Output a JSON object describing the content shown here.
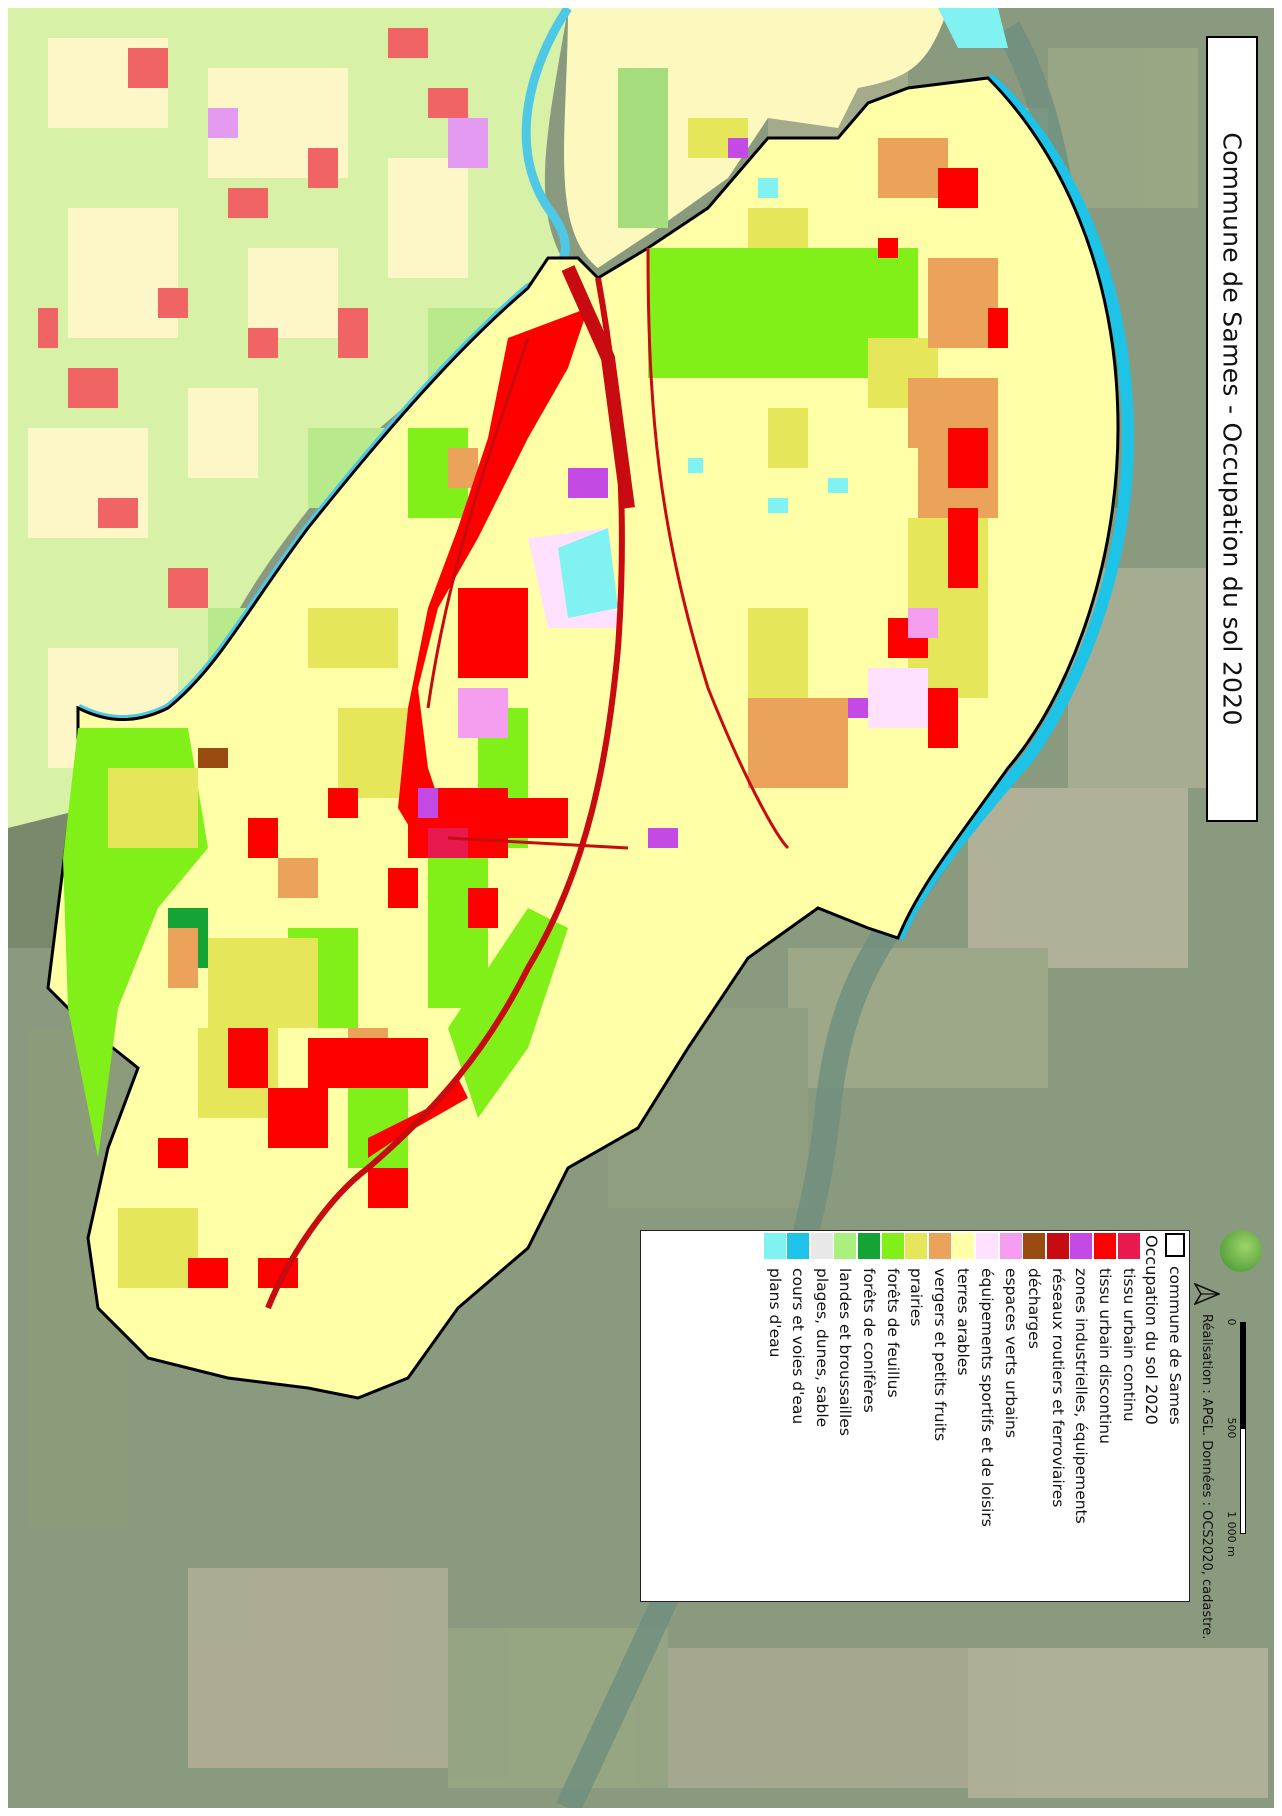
{
  "title": "Commune de Sames - Occupation du sol 2020",
  "legend": {
    "commune_label": "commune de Sames",
    "section_title": "Occupation du sol 2020",
    "items": [
      {
        "label": "tissu urbain continu",
        "color": "#e8194f"
      },
      {
        "label": "tissu urbain discontinu",
        "color": "#ff0000"
      },
      {
        "label": "zones industrielles, équipements",
        "color": "#c44ae6"
      },
      {
        "label": "réseaux routiers et ferroviaires",
        "color": "#c80b10"
      },
      {
        "label": "décharges",
        "color": "#9a4b12"
      },
      {
        "label": "espaces verts urbains",
        "color": "#f59ef0"
      },
      {
        "label": "équipements sportifs et de loisirs",
        "color": "#ffe1ff"
      },
      {
        "label": "terres arables",
        "color": "#ffffa8"
      },
      {
        "label": "vergers et petits fruits",
        "color": "#eba35c"
      },
      {
        "label": "prairies",
        "color": "#e6e65b"
      },
      {
        "label": "forêts de feuillus",
        "color": "#81f019"
      },
      {
        "label": "forêts de conifères",
        "color": "#16a335"
      },
      {
        "label": "landes et broussailles",
        "color": "#a9f17c"
      },
      {
        "label": "plages, dunes, sable",
        "color": "#e8e8e8"
      },
      {
        "label": "cours et voies d'eau",
        "color": "#1ec3e8"
      },
      {
        "label": "plans d'eau",
        "color": "#80f2f2"
      }
    ]
  },
  "scale": {
    "labels": [
      "0",
      "500",
      "1 000 m"
    ]
  },
  "credits": "Réalisation : APGL. Données : OCS2020, cadastre.",
  "icons": {
    "north": "north-arrow-icon",
    "logo": "agency-logo-icon"
  }
}
